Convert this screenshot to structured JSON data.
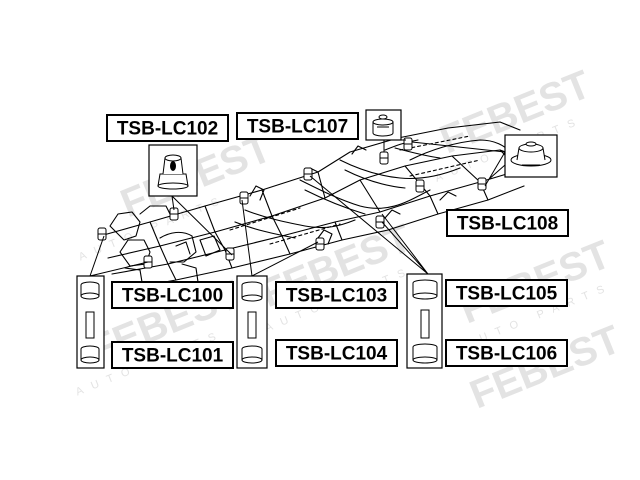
{
  "diagram": {
    "part_labels": [
      "TSB-LC102",
      "TSB-LC107",
      "TSB-LC108",
      "TSB-LC100",
      "TSB-LC101",
      "TSB-LC103",
      "TSB-LC104",
      "TSB-LC105",
      "TSB-LC106"
    ],
    "watermark": {
      "brand": "FEBEST",
      "sub": "AUTO PARTS"
    },
    "colors": {
      "line": "#000000",
      "label_border": "#000000",
      "label_text": "#000000",
      "watermark": "#d9d9d9",
      "background": "#ffffff"
    }
  }
}
